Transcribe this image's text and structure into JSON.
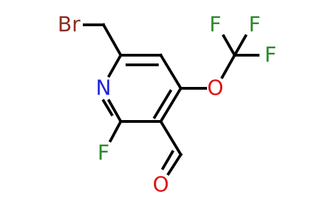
{
  "molecule": {
    "colors": {
      "Br": "#8b2e22",
      "N": "#2222dd",
      "F": "#2a8a2a",
      "O": "#e01010",
      "C": "#000000",
      "bond": "#000000"
    },
    "atoms": [
      {
        "id": "br",
        "symbol": "Br"
      },
      {
        "id": "n",
        "symbol": "N"
      },
      {
        "id": "f2",
        "symbol": "F"
      },
      {
        "id": "o_ald",
        "symbol": "O"
      },
      {
        "id": "o_eth",
        "symbol": "O"
      },
      {
        "id": "f_a",
        "symbol": "F"
      },
      {
        "id": "f_b",
        "symbol": "F"
      },
      {
        "id": "f_c",
        "symbol": "F"
      }
    ]
  }
}
